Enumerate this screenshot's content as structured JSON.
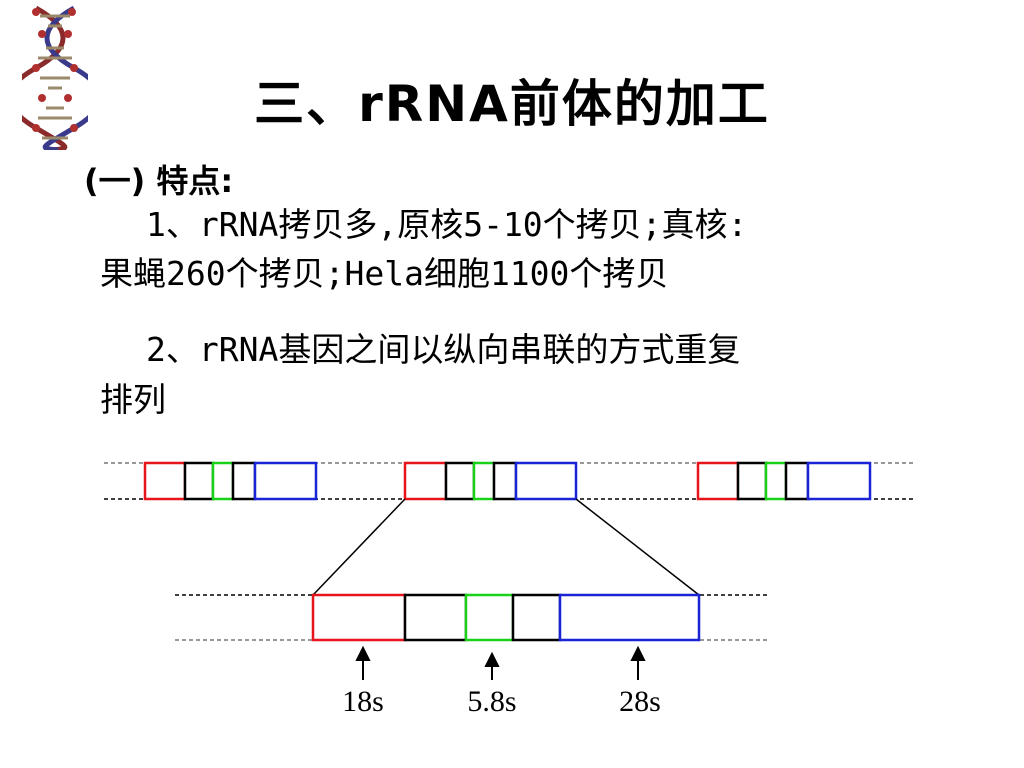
{
  "slide": {
    "title": "三、rRNA前体的加工",
    "subheading": "(一) 特点:",
    "point1_line1": "1、rRNA拷贝多,原核5-10个拷贝;真核:",
    "point1_line2": "果蝇260个拷贝;Hela细胞1100个拷贝",
    "point2_line1": "2、rRNA基因之间以纵向串联的方式重复",
    "point2_line2": "排列"
  },
  "diagram": {
    "labels": [
      "18s",
      "5.8s",
      "28s"
    ],
    "colors": {
      "rRNA_18s": "#e8141c",
      "rRNA_5_8s": "#19d119",
      "rRNA_28s": "#1a24d6",
      "spacer": "#000000"
    }
  }
}
